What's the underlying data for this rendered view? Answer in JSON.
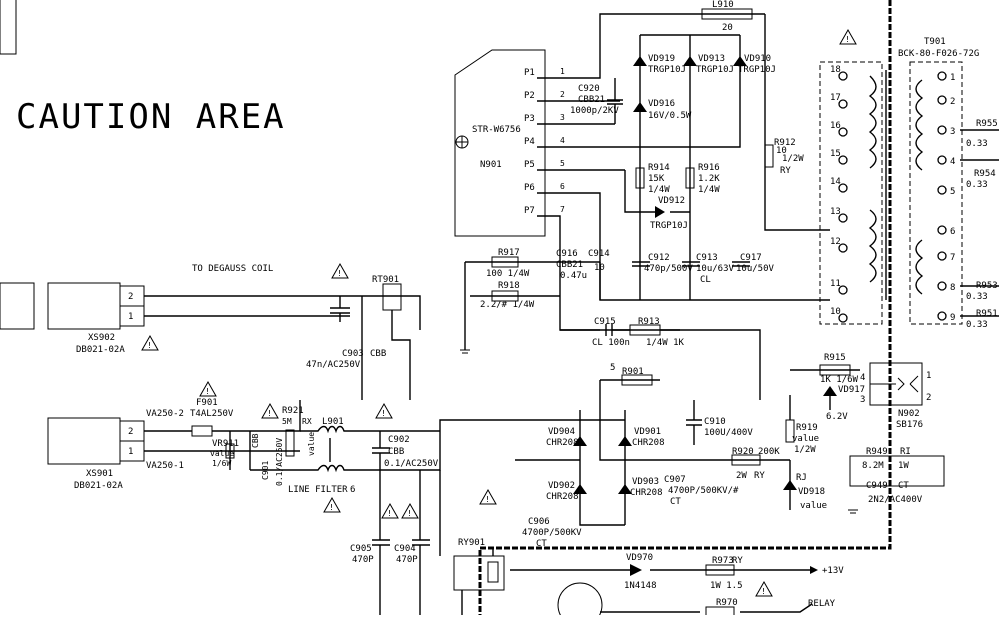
{
  "caution_area": "CAUTION AREA",
  "degauss_label": "TO DEGAUSS COIL",
  "connectors": {
    "xs902": {
      "ref": "XS902",
      "part": "DB021-02A",
      "pins": [
        "2",
        "1"
      ]
    },
    "xs901": {
      "ref": "XS901",
      "part": "DB021-02A",
      "pins": [
        "2",
        "1"
      ]
    }
  },
  "ic": {
    "ref": "N901",
    "part": "STR-W6756",
    "pins": [
      "P1",
      "P2",
      "P3",
      "P4",
      "P5",
      "P6",
      "P7"
    ],
    "pin_numbers": [
      "1",
      "2",
      "3",
      "4",
      "5",
      "6",
      "7"
    ]
  },
  "transformer": {
    "ref": "T901",
    "part": "BCK-80-F026-72G",
    "primary_pins": [
      "18",
      "17",
      "16",
      "15",
      "14",
      "13",
      "12",
      "11",
      "10"
    ],
    "secondary_pins": [
      "1",
      "2",
      "3",
      "4",
      "5",
      "6",
      "7",
      "8",
      "9"
    ]
  },
  "components": {
    "l910": {
      "ref": "L910",
      "value": "20"
    },
    "vd919": {
      "ref": "VD919",
      "value": "TRGP10J"
    },
    "vd913": {
      "ref": "VD913",
      "value": "TRGP10J"
    },
    "vd910": {
      "ref": "VD910",
      "value": "TRGP10J"
    },
    "c920": {
      "ref": "C920",
      "type": "CBB21",
      "value": "1000p/2KV"
    },
    "vd916": {
      "ref": "VD916",
      "value": "16V/0.5W"
    },
    "r912": {
      "ref": "R912",
      "value": "10",
      "power": "1/2W",
      "type": "RY"
    },
    "r914": {
      "ref": "R914",
      "value": "15K",
      "power": "1/4W"
    },
    "r916": {
      "ref": "R916",
      "value": "1.2K",
      "power": "1/4W"
    },
    "vd912": {
      "ref": "VD912",
      "value": "TRGP10J"
    },
    "r917": {
      "ref": "R917",
      "value": "100 1/4W"
    },
    "c916": {
      "ref": "C916",
      "type": "CBB21",
      "value": "0.47u"
    },
    "c914": {
      "ref": "C914",
      "value": "10"
    },
    "c912": {
      "ref": "C912",
      "value": "470p/500V"
    },
    "c913": {
      "ref": "C913",
      "value": "10u/63V",
      "type": "CL"
    },
    "c917": {
      "ref": "C917",
      "value": "10u/50V"
    },
    "r918": {
      "ref": "R918",
      "value": "2.2/# 1/4W"
    },
    "c915": {
      "ref": "C915",
      "value": "CL 100n"
    },
    "r913": {
      "ref": "R913",
      "value": "1/4W 1K"
    },
    "r915": {
      "ref": "R915",
      "value": "1K 1/6W"
    },
    "vd917": {
      "ref": "VD917",
      "value": "6.2V"
    },
    "n902": {
      "ref": "N902",
      "value": "SB176"
    },
    "r901": {
      "ref": "R901",
      "value": "5"
    },
    "c910": {
      "ref": "C910",
      "value": "100U/400V"
    },
    "r919": {
      "ref": "R919",
      "value": "value",
      "power": "1/2W"
    },
    "vd904": {
      "ref": "VD904",
      "value": "CHR208"
    },
    "vd901": {
      "ref": "VD901",
      "value": "CHR208"
    },
    "vd902": {
      "ref": "VD902",
      "value": "CHR208"
    },
    "vd903": {
      "ref": "VD903",
      "value": "CHR208"
    },
    "c907": {
      "ref": "C907",
      "value": "4700P/500KV/#",
      "type": "CT"
    },
    "r920": {
      "ref": "R920",
      "value": "200K",
      "power": "2W",
      "type": "RY"
    },
    "vd918": {
      "ref": "VD918",
      "value": "value",
      "type": "RJ"
    },
    "r949": {
      "ref": "R949",
      "value": "8.2M",
      "type": "RI",
      "power": "1W"
    },
    "c949": {
      "ref": "C949",
      "value": "2N2/AC400V",
      "type": "CT"
    },
    "c906": {
      "ref": "C906",
      "value": "4700P/500KV",
      "type": "CT"
    },
    "c903": {
      "ref": "C903",
      "type": "CBB",
      "value": "47n/AC250V"
    },
    "rt901": {
      "ref": "RT901"
    },
    "f901": {
      "ref": "F901",
      "value": "T4AL250V"
    },
    "va2502": {
      "ref": "VA250-2"
    },
    "va2501": {
      "ref": "VA250-1"
    },
    "vr911": {
      "ref": "VR911",
      "value": "value",
      "power": "1/6W"
    },
    "c901": {
      "ref": "C901",
      "type": "CBB"
    },
    "r921": {
      "ref": "R921",
      "value": "5M",
      "type": "RX"
    },
    "c901b": {
      "value": "0.1/AC250V"
    },
    "l901": {
      "ref": "L901",
      "value": "value"
    },
    "line_filter": {
      "label": "LINE FILTER",
      "pin": "6"
    },
    "c902": {
      "ref": "C902",
      "type": "CBB",
      "value": "0.1/AC250V"
    },
    "c905": {
      "ref": "C905",
      "value": "470P"
    },
    "c904": {
      "ref": "C904",
      "value": "470P"
    },
    "ry901": {
      "ref": "RY901"
    },
    "vd970": {
      "ref": "VD970",
      "value": "1N4148"
    },
    "r973": {
      "ref": "R973",
      "type": "RY",
      "value": "1W 1.5"
    },
    "r970": {
      "ref": "R970"
    },
    "r955": {
      "ref": "R955",
      "value": "0.33"
    },
    "r954": {
      "ref": "R954",
      "value": "0.33"
    },
    "r953": {
      "ref": "R953",
      "value": "0.33"
    },
    "r951": {
      "ref": "R951",
      "value": "0.33"
    }
  },
  "nets": {
    "plus13v": "+13V",
    "relay": "RELAY",
    "n902_pins": [
      "4",
      "3",
      "1",
      "2"
    ]
  },
  "warning_symbol": "!"
}
